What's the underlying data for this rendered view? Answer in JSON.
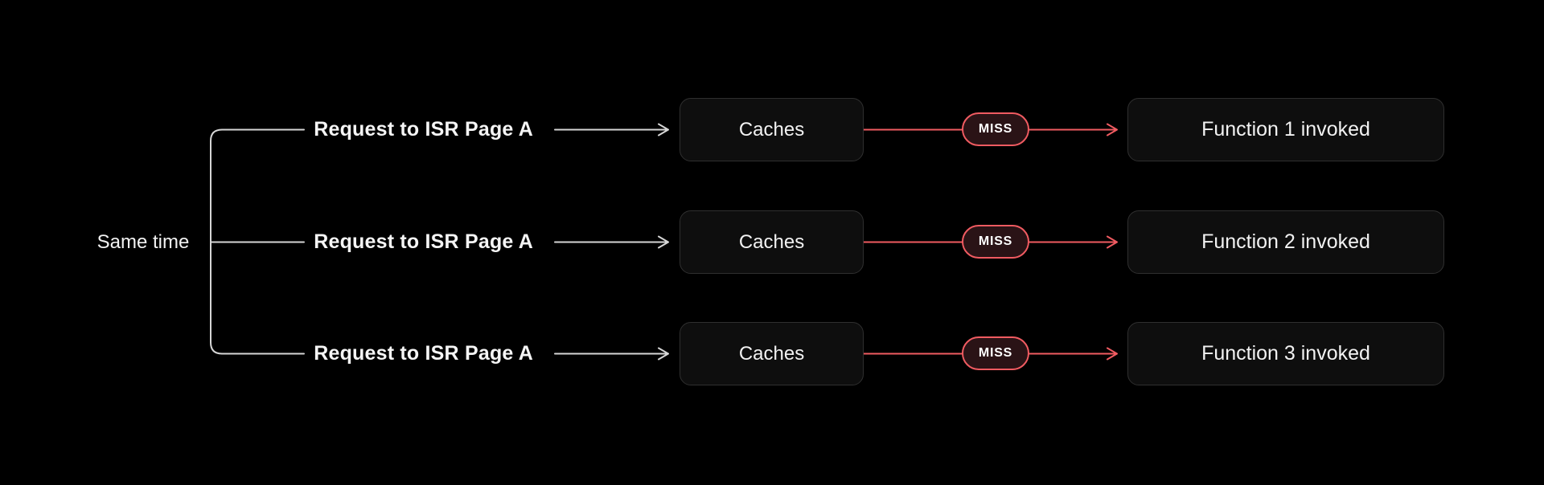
{
  "group_label": "Same time",
  "rows": [
    {
      "request_label": "Request to ISR Page A",
      "cache_label": "Caches",
      "status_label": "MISS",
      "result_label": "Function 1 invoked"
    },
    {
      "request_label": "Request to ISR Page A",
      "cache_label": "Caches",
      "status_label": "MISS",
      "result_label": "Function 2 invoked"
    },
    {
      "request_label": "Request to ISR Page A",
      "cache_label": "Caches",
      "status_label": "MISS",
      "result_label": "Function 3 invoked"
    }
  ],
  "colors": {
    "background": "#000000",
    "node_fill": "#0e0e0e",
    "node_border": "#2f2f2f",
    "connector_gray": "#d6d6d6",
    "accent_red": "#f05b61",
    "miss_badge_fill": "#2a1316",
    "text": "#f2f2f2"
  }
}
